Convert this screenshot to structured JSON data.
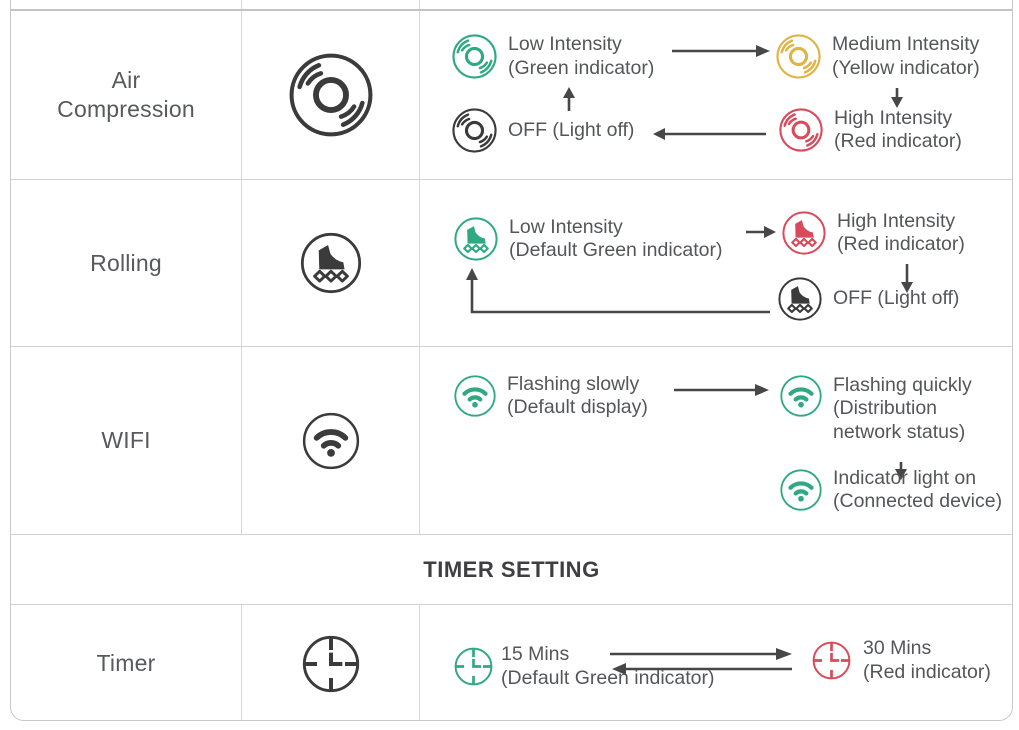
{
  "table": {
    "section_header": "TIMER SETTING",
    "rows": [
      {
        "label": "Air\nCompression",
        "icon": "air-compression-icon",
        "flow": {
          "nodes": [
            {
              "text": "Low Intensity\n(Green indicator)",
              "indicator": "green"
            },
            {
              "text": "Medium Intensity\n(Yellow indicator)",
              "indicator": "yellow"
            },
            {
              "text": "High Intensity\n(Red indicator)",
              "indicator": "red"
            },
            {
              "text": "OFF (Light off)",
              "indicator": "off"
            }
          ]
        }
      },
      {
        "label": "Rolling",
        "icon": "rolling-skate-icon",
        "flow": {
          "nodes": [
            {
              "text": "Low Intensity\n(Default Green indicator)",
              "indicator": "green"
            },
            {
              "text": "High Intensity\n(Red indicator)",
              "indicator": "red"
            },
            {
              "text": "OFF (Light off)",
              "indicator": "off"
            }
          ]
        }
      },
      {
        "label": "WIFI",
        "icon": "wifi-icon",
        "flow": {
          "nodes": [
            {
              "text": "Flashing slowly\n(Default display)",
              "indicator": "green"
            },
            {
              "text": "Flashing quickly\n(Distribution\nnetwork status)",
              "indicator": "green"
            },
            {
              "text": "Indicator light on\n(Connected device)",
              "indicator": "green"
            }
          ]
        }
      },
      {
        "label": "Timer",
        "icon": "timer-clock-icon",
        "flow": {
          "nodes": [
            {
              "text": "15 Mins\n(Default Green indicator)",
              "indicator": "green"
            },
            {
              "text": "30 Mins\n(Red indicator)",
              "indicator": "red"
            }
          ]
        }
      }
    ]
  },
  "colors": {
    "green": "#2fa983",
    "yellow": "#dfb345",
    "red": "#d84b5c",
    "icon_dark": "#3b3b3b",
    "arrow": "#474747",
    "border": "#c9c9c9",
    "header_text": "#3f3f42"
  }
}
